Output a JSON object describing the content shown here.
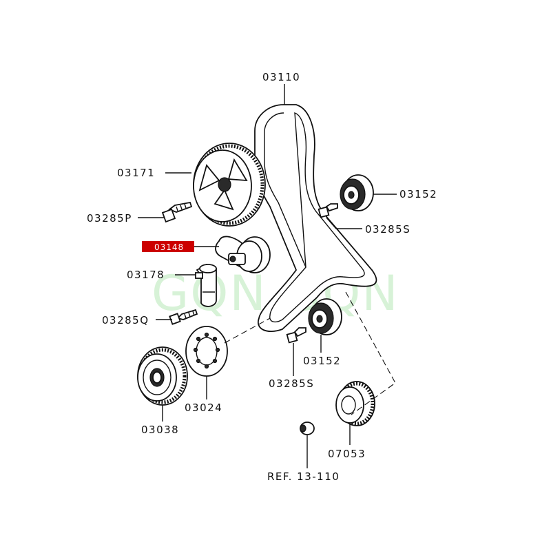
{
  "diagram": {
    "watermark": "GQN GQN",
    "highlight_color": "#cc0000",
    "watermark_color": "#8fdc8f",
    "labels": {
      "belt": "03110",
      "cam_sprocket": "03171",
      "cam_bolt": "03285P",
      "tensioner": "03148",
      "auto_tensioner": "03178",
      "tensioner_bolt": "03285Q",
      "idler_upper": "03152",
      "idler_upper_bolt": "03285S",
      "idler_lower": "03152",
      "idler_lower_bolt": "03285S",
      "flange": "03024",
      "crank_pulley": "03038",
      "crank_sprocket": "07053",
      "ref": "REF. 13-110"
    }
  }
}
